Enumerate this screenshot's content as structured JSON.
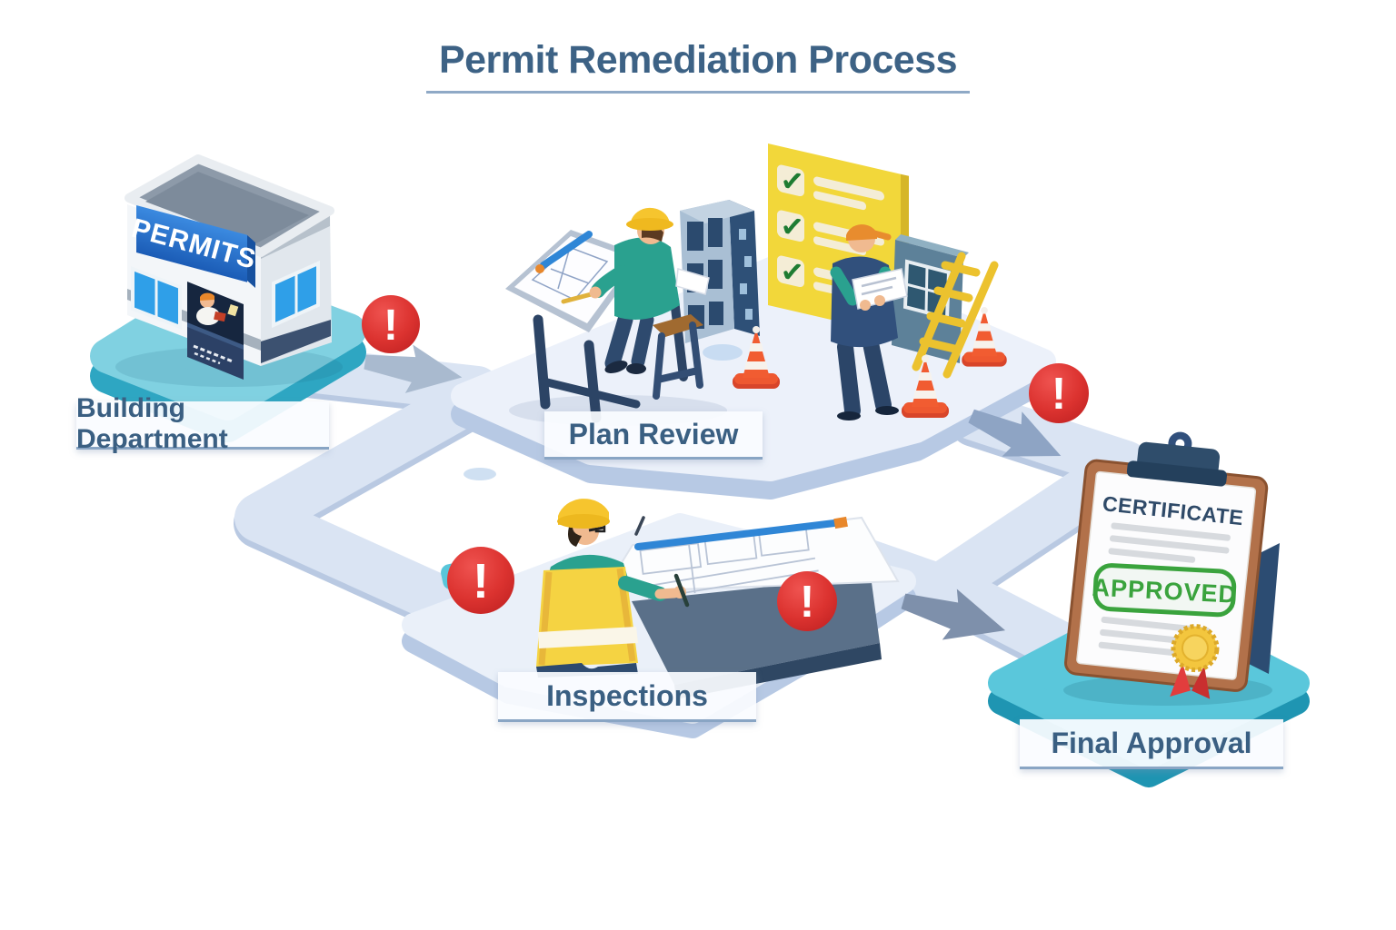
{
  "title": {
    "text": "Permit Remediation Process"
  },
  "stages": [
    {
      "name": "Building Department",
      "building_sign": "PERMITS"
    },
    {
      "name": "Plan Review"
    },
    {
      "name": "Inspections"
    },
    {
      "name": "Final Approval",
      "certificate_heading": "CERTIFICATE",
      "certificate_stamp": "APPROVED"
    }
  ],
  "icons": {
    "warning_glyph": "!",
    "check_glyph": "✓"
  },
  "colors": {
    "heading_blue": "#3d6285",
    "alert_red": "#d7302f",
    "approval_green": "#3aa33d",
    "platform_teal": "#5ac7db",
    "checklist_yellow": "#f2d73a",
    "sign_blue": "#2573d8"
  }
}
